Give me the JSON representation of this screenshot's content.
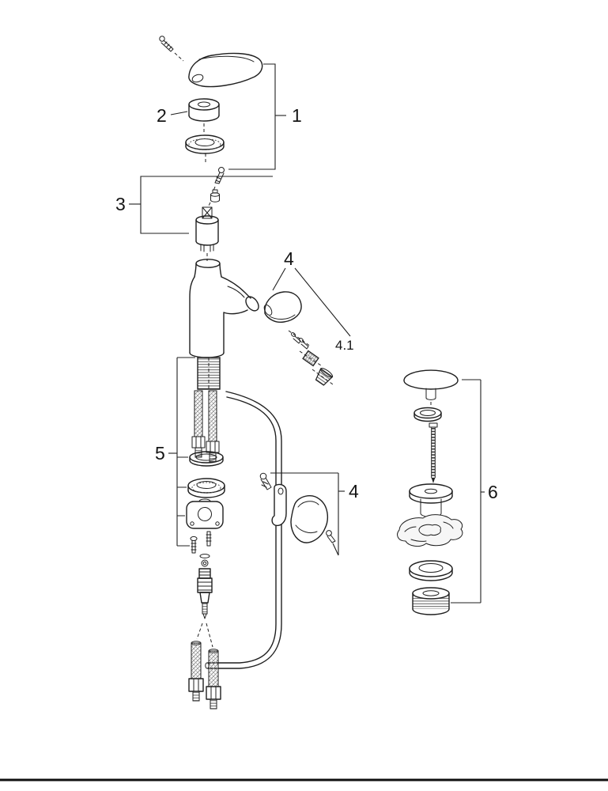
{
  "canvas": {
    "background": "#ffffff",
    "ink": "#1f1f1f"
  },
  "callouts": {
    "group1": {
      "label": "1"
    },
    "group2": {
      "label": "2"
    },
    "group3": {
      "label": "3"
    },
    "group4_spout": {
      "label": "4"
    },
    "group4_sub": {
      "label": "4.1"
    },
    "group4_side": {
      "label": "4"
    },
    "group5": {
      "label": "5"
    },
    "group6": {
      "label": "6"
    }
  }
}
